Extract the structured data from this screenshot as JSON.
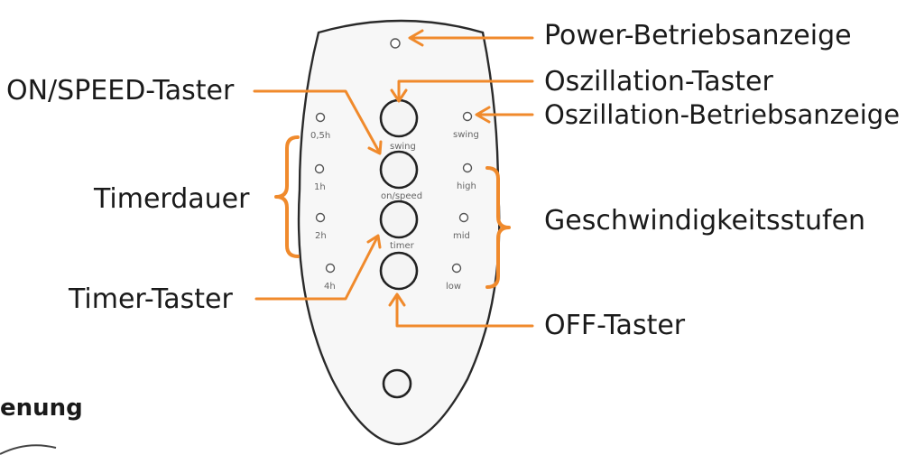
{
  "colors": {
    "accent": "#f08a2c",
    "outline": "#2a2a2a",
    "text": "#1a1a1a"
  },
  "callouts": {
    "power_indicator": "Power-Betriebsanzeige",
    "oscillation_button": "Oszillation-Taster",
    "oscillation_indicator": "Oszillation-Betriebsanzeige",
    "on_speed_button": "ON/SPEED-Taster",
    "timer_duration": "Timerdauer",
    "speed_levels": "Geschwindigkeitsstufen",
    "timer_button": "Timer-Taster",
    "off_button": "OFF-Taster"
  },
  "remote": {
    "button_labels": {
      "swing": "swing",
      "on_speed": "on/speed",
      "timer": "timer"
    },
    "timer_leds": [
      "0,5h",
      "1h",
      "2h",
      "4h"
    ],
    "speed_leds": [
      "swing",
      "high",
      "mid",
      "low"
    ]
  },
  "heading_partial": "enung"
}
